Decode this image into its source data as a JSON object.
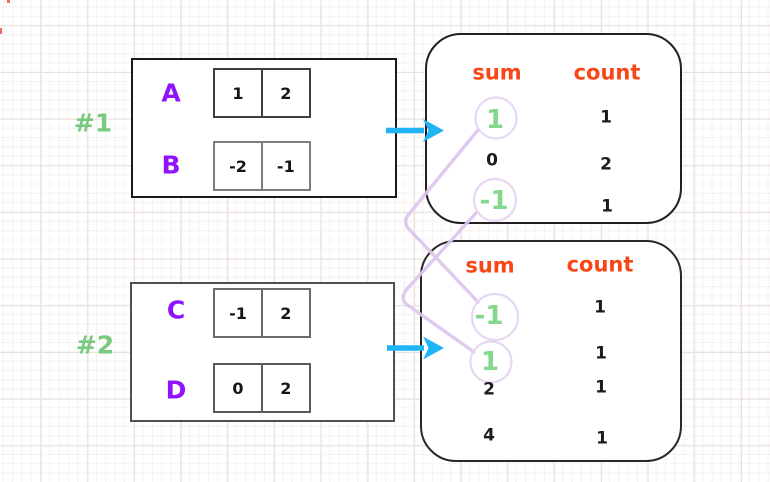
{
  "palette": {
    "green-label": "#77ca7e",
    "green-sum": "#84d88e",
    "purple": "#9013fe",
    "orange": "#f94616",
    "cyan": "#20b4f4",
    "lavender-line": "#dcc6ee",
    "lavender-circle": "#e7d7f3",
    "ink": "#1c1c1c"
  },
  "examples": [
    {
      "label": "#1",
      "arrays": [
        {
          "name": "A",
          "cells": [
            "1",
            "2"
          ]
        },
        {
          "name": "B",
          "cells": [
            "-2",
            "-1"
          ]
        }
      ],
      "table": {
        "sum_header": "sum",
        "count_header": "count",
        "rows": [
          {
            "sum": "1",
            "count": "1",
            "highlighted": true
          },
          {
            "sum": "0",
            "count": "2",
            "highlighted": false
          },
          {
            "sum": "-1",
            "count": "1",
            "highlighted": true
          }
        ]
      }
    },
    {
      "label": "#2",
      "arrays": [
        {
          "name": "C",
          "cells": [
            "-1",
            "2"
          ]
        },
        {
          "name": "D",
          "cells": [
            "0",
            "2"
          ]
        }
      ],
      "table": {
        "sum_header": "sum",
        "count_header": "count",
        "rows": [
          {
            "sum": "-1",
            "count": "1",
            "highlighted": true
          },
          {
            "sum": "1",
            "count": "1",
            "highlighted": true
          },
          {
            "sum": "2",
            "count": "1",
            "highlighted": false
          },
          {
            "sum": "4",
            "count": "1",
            "highlighted": false
          }
        ]
      }
    }
  ],
  "connections": [
    {
      "from": "#1 sum 1",
      "to": "#2 sum -1"
    },
    {
      "from": "#1 sum -1",
      "to": "#2 sum 1"
    }
  ]
}
